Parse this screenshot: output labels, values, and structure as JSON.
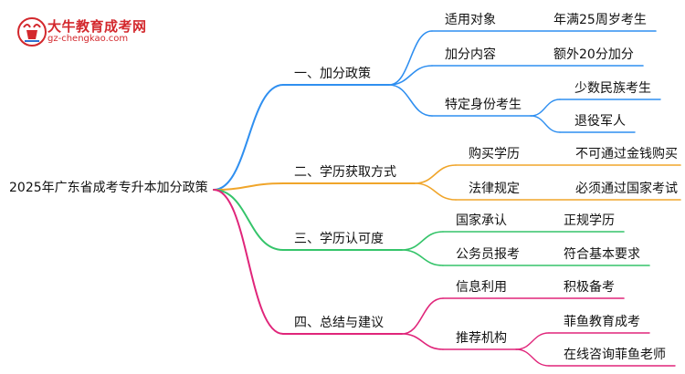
{
  "logo": {
    "title": "大牛教育成考网",
    "url": "gz-chengkao.com"
  },
  "root": {
    "label": "2025年广东省成考专升本加分政策"
  },
  "colors": {
    "blue": "#2f8ff0",
    "orange": "#f0a52a",
    "green": "#35c46a",
    "magenta": "#e0257a",
    "logo_red": "#d3282d"
  },
  "branches": [
    {
      "label": "一、加分政策",
      "color": "blue",
      "children": [
        {
          "label": "适用对象",
          "children": [
            {
              "label": "年满25周岁考生"
            }
          ]
        },
        {
          "label": "加分内容",
          "children": [
            {
              "label": "额外20分加分"
            }
          ]
        },
        {
          "label": "特定身份考生",
          "children": [
            {
              "label": "少数民族考生"
            },
            {
              "label": "退役军人"
            }
          ]
        }
      ]
    },
    {
      "label": "二、学历获取方式",
      "color": "orange",
      "children": [
        {
          "label": "购买学历",
          "children": [
            {
              "label": "不可通过金钱购买"
            }
          ]
        },
        {
          "label": "法律规定",
          "children": [
            {
              "label": "必须通过国家考试"
            }
          ]
        }
      ]
    },
    {
      "label": "三、学历认可度",
      "color": "green",
      "children": [
        {
          "label": "国家承认",
          "children": [
            {
              "label": "正规学历"
            }
          ]
        },
        {
          "label": "公务员报考",
          "children": [
            {
              "label": "符合基本要求"
            }
          ]
        }
      ]
    },
    {
      "label": "四、总结与建议",
      "color": "magenta",
      "children": [
        {
          "label": "信息利用",
          "children": [
            {
              "label": "积极备考"
            }
          ]
        },
        {
          "label": "推荐机构",
          "children": [
            {
              "label": "菲鱼教育成考"
            },
            {
              "label": "在线咨询菲鱼老师"
            }
          ]
        }
      ]
    }
  ]
}
